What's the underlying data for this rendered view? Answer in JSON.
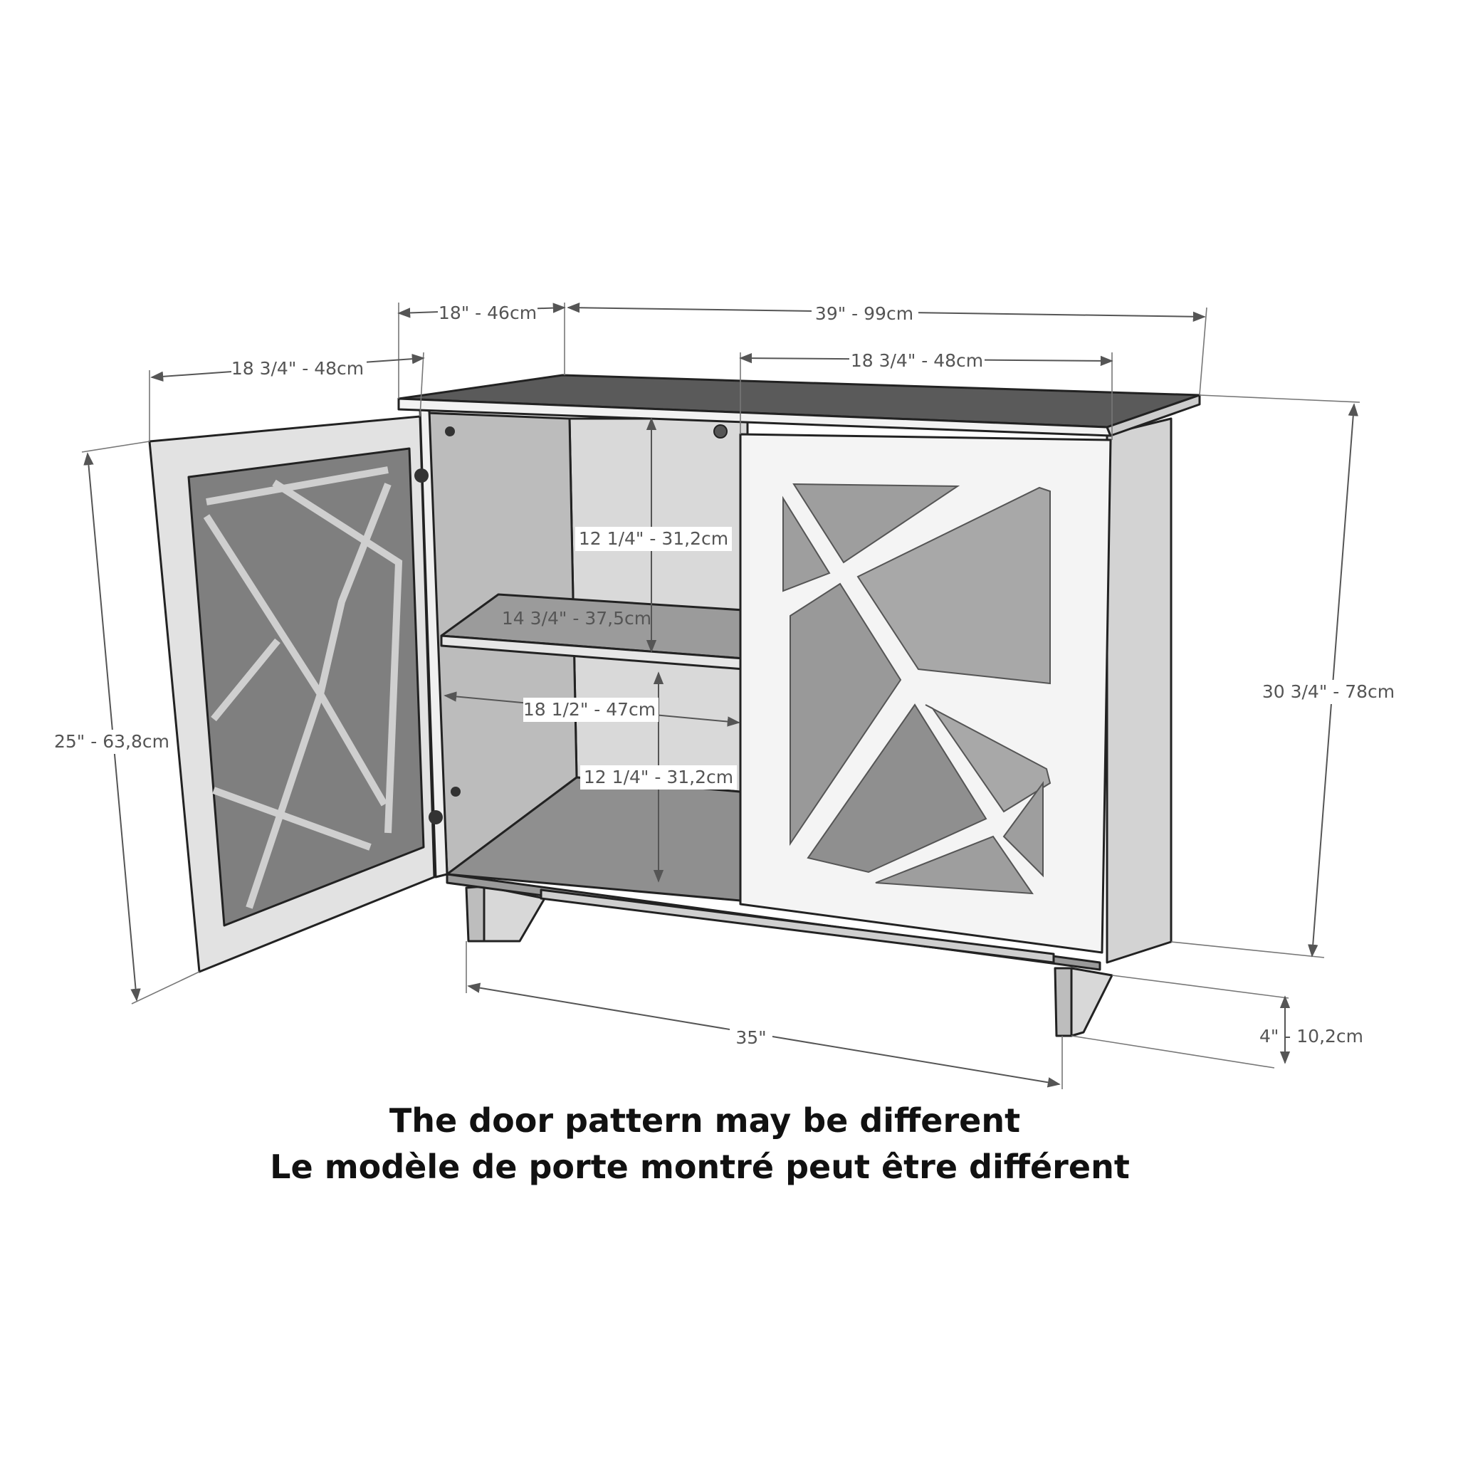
{
  "dimensions": {
    "depth_top": "18\" - 46cm",
    "width_top": "39\" - 99cm",
    "door_width_open": "18 3/4\" - 48cm",
    "door_width_closed": "18 3/4\" - 48cm",
    "height_total": "30 3/4\" - 78cm",
    "door_height": "25\" - 63,8cm",
    "upper_opening": "12 1/4\" - 31,2cm",
    "shelf_depth": "14 3/4\" - 37,5cm",
    "inner_depth": "18 1/2\" - 47cm",
    "lower_opening": "12 1/4\" - 31,2cm",
    "leg_span": "35\"",
    "leg_height": "4\" - 10,2cm"
  },
  "caption": {
    "line_en": "The door pattern may be different",
    "line_fr": "Le modèle de porte montré peut être différent"
  },
  "colors": {
    "top_surface": "#5a5a5a",
    "panel_mid": "#a9a9a9",
    "panel_light": "#c6c6c6",
    "panel_pale": "#e2e2e2",
    "glass_dark": "#7f7f7f",
    "glass_mid": "#999999",
    "frame_white": "#f4f4f4",
    "line_dark": "#222222",
    "dimension_line": "#555555",
    "caption_text": "#111111"
  }
}
